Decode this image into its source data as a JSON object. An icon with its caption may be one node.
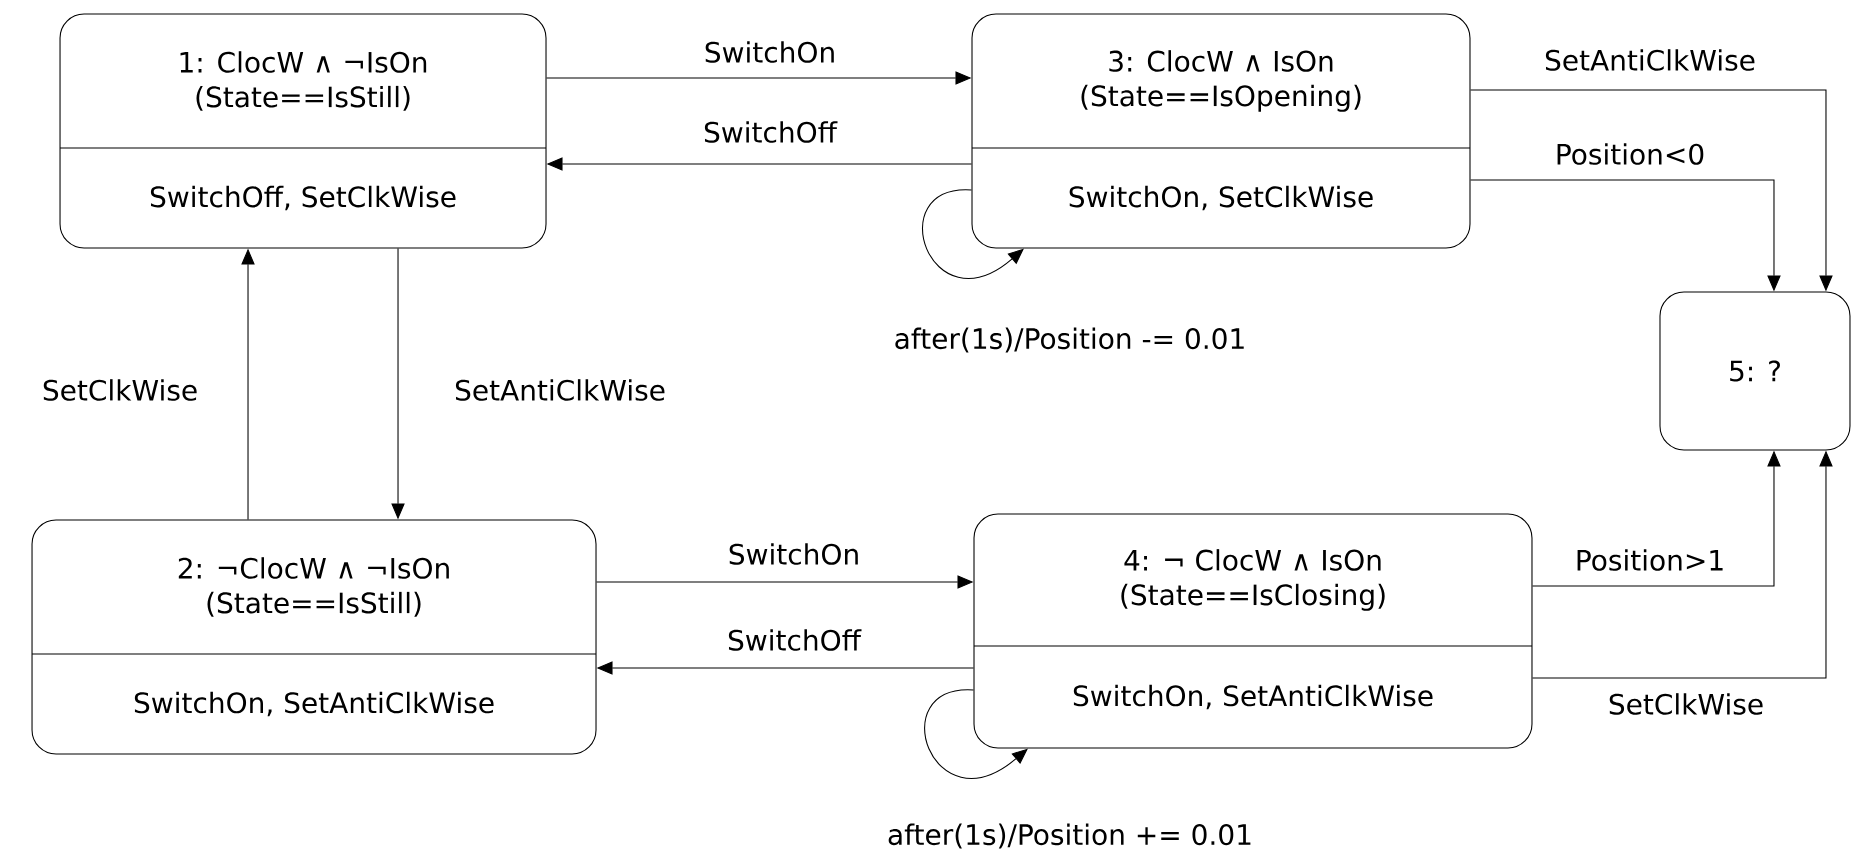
{
  "diagram": {
    "nodes": [
      {
        "text": [
          "1: ClocW ∧ ¬IsOn",
          "(State==IsStill)",
          "SwitchOff, SetClkWise"
        ]
      },
      {
        "text": [
          "2: ¬ClocW ∧ ¬IsOn",
          "(State==IsStill)",
          "SwitchOn, SetAntiClkWise"
        ]
      },
      {
        "text": [
          "3: ClocW ∧ IsOn",
          "(State==IsOpening)",
          "SwitchOn, SetClkWise"
        ]
      },
      {
        "text": [
          "4: ¬ ClocW ∧ IsOn",
          "(State==IsClosing)",
          "SwitchOn, SetAntiClkWise"
        ]
      },
      {
        "text": [
          "5: ?"
        ]
      }
    ],
    "edges": [
      {
        "from": 0,
        "to": 2,
        "arrow": "to",
        "label": "SwitchOn"
      },
      {
        "from": 2,
        "to": 0,
        "arrow": "to",
        "label": "SwitchOff"
      },
      {
        "from": 1,
        "to": 0,
        "arrow": "to",
        "label": "SetClkWise"
      },
      {
        "from": 0,
        "to": 1,
        "arrow": "to",
        "label": "SetAntiClkWise"
      },
      {
        "from": 1,
        "to": 3,
        "arrow": "to",
        "label": "SwitchOn"
      },
      {
        "from": 3,
        "to": 1,
        "arrow": "to",
        "label": "SwitchOff"
      },
      {
        "from": 2,
        "to": 2,
        "arrow": "to",
        "label": "after(1s)/Position -= 0.01"
      },
      {
        "from": 3,
        "to": 3,
        "arrow": "to",
        "label": "after(1s)/Position += 0.01"
      },
      {
        "from": 2,
        "to": 4,
        "arrow": "to",
        "label": "SetAntiClkWise"
      },
      {
        "from": 2,
        "to": 4,
        "arrow": "to",
        "label": "Position<0"
      },
      {
        "from": 3,
        "to": 4,
        "arrow": "to",
        "label": "Position>1"
      },
      {
        "from": 3,
        "to": 4,
        "arrow": "to",
        "label": "SetClkWise"
      }
    ]
  }
}
